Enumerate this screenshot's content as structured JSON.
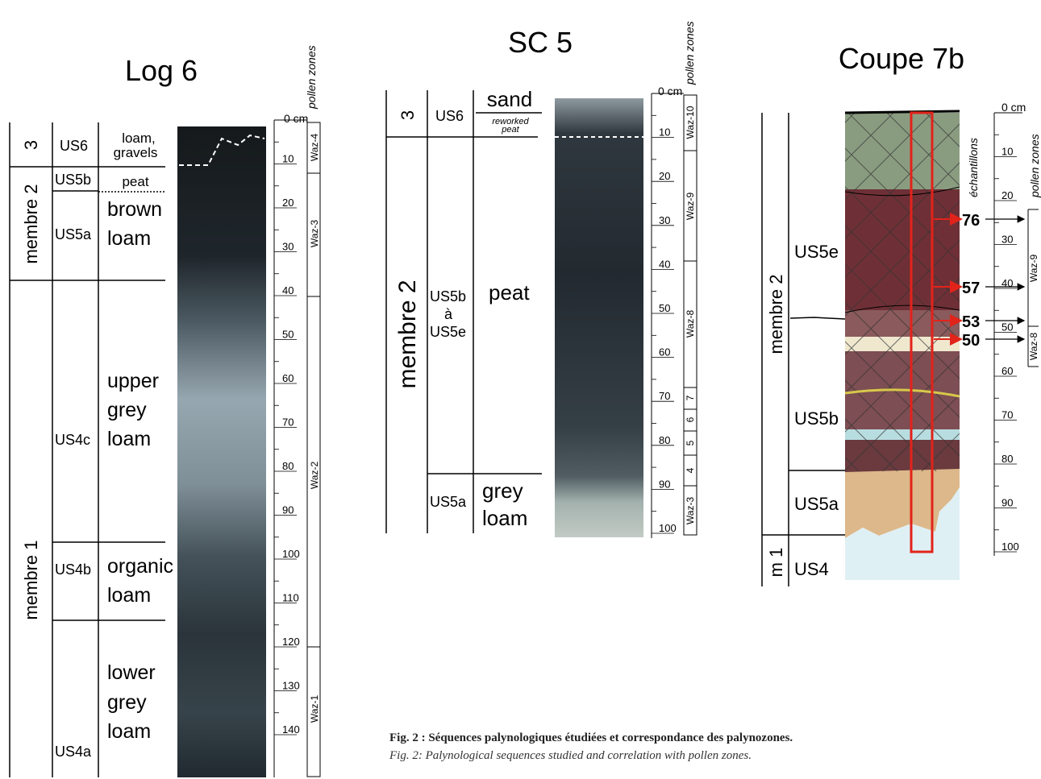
{
  "log6": {
    "title": "Log 6",
    "units": [
      "3",
      "membre 2",
      "membre 1"
    ],
    "us": [
      "US6",
      "US5b",
      "US5a",
      "US4c",
      "US4b",
      "US4a"
    ],
    "litho": [
      {
        "lines": [
          "loam,",
          "gravels"
        ]
      },
      {
        "lines": [
          "peat"
        ]
      },
      {
        "lines": [
          "brown",
          "loam"
        ]
      },
      {
        "lines": [
          "upper",
          "grey",
          "loam"
        ]
      },
      {
        "lines": [
          "organic",
          "loam"
        ]
      },
      {
        "lines": [
          "lower",
          "grey",
          "loam"
        ]
      }
    ],
    "scale_unit": "0 cm",
    "ticks": [
      "10",
      "20",
      "30",
      "40",
      "50",
      "60",
      "70",
      "80",
      "90",
      "100",
      "110",
      "120",
      "130",
      "140"
    ],
    "zones_header": "pollen zones",
    "zones": [
      "Waz-4",
      "Waz-3",
      "Waz-2",
      "Waz-1"
    ]
  },
  "sc5": {
    "title": "SC 5",
    "units": [
      "3",
      "membre 2"
    ],
    "us": [
      "US6",
      "US5b",
      "à",
      "US5e",
      "US5a"
    ],
    "litho": {
      "sand": "sand",
      "reworked": [
        "reworked",
        "peat"
      ],
      "peat": "peat",
      "grey_loam": [
        "grey",
        "loam"
      ]
    },
    "scale_unit": "0 cm",
    "ticks": [
      "10",
      "20",
      "30",
      "40",
      "50",
      "60",
      "70",
      "80",
      "90",
      "100"
    ],
    "zones_header": "pollen zones",
    "zones": [
      "Waz-10",
      "Waz-9",
      "Waz-8",
      "7",
      "6",
      "5",
      "4",
      "Waz-3"
    ]
  },
  "coupe7b": {
    "title": "Coupe 7b",
    "units": [
      "membre 2",
      "m 1"
    ],
    "us": [
      "US5e",
      "US5b",
      "US5a",
      "US4"
    ],
    "samples_header": "échantillons",
    "samples": [
      "76",
      "57",
      "53",
      "50"
    ],
    "scale_unit": "0 cm",
    "ticks": [
      "10",
      "20",
      "30",
      "40",
      "50",
      "60",
      "70",
      "80",
      "90",
      "100"
    ],
    "zones_header": "pollen zones",
    "zones": [
      "Waz-9",
      "Waz-8"
    ],
    "sample_color": "#e2231a"
  },
  "caption": {
    "fr": "Fig. 2 : Séquences palynologiques étudiées et correspondance des palynozones.",
    "en": "Fig. 2: Palynological sequences studied and correlation with pollen zones."
  }
}
